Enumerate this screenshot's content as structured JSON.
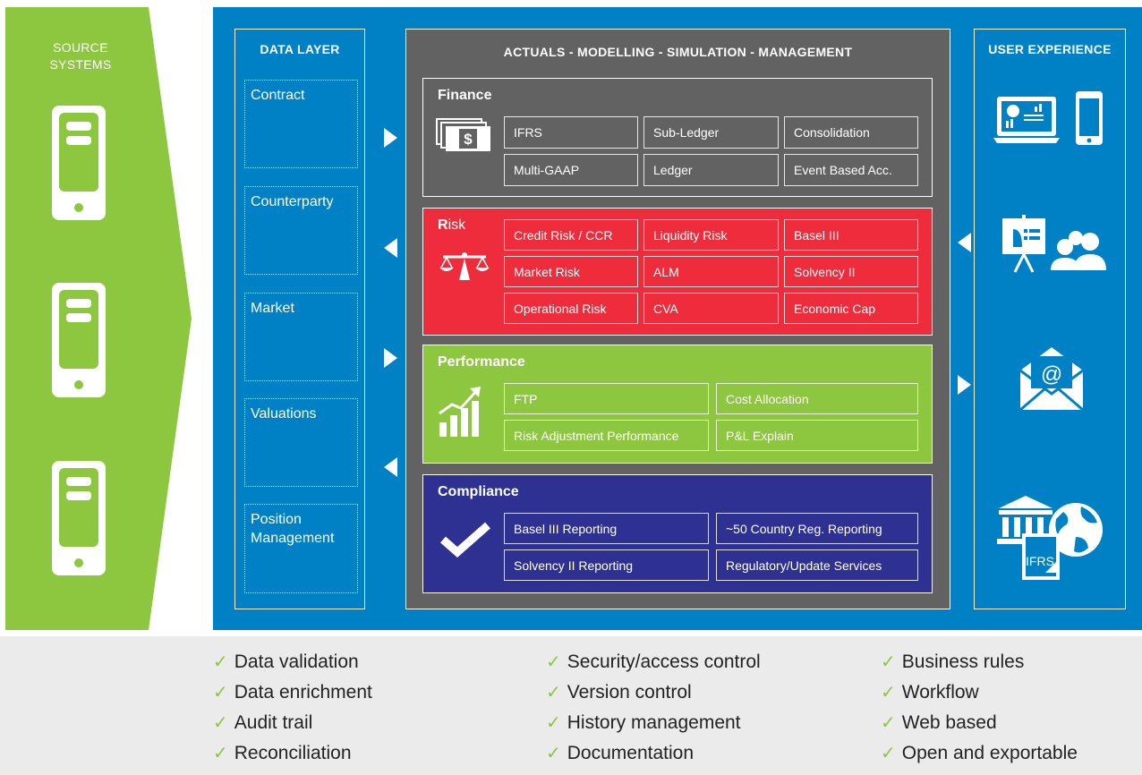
{
  "source_systems": {
    "label": "SOURCE\nSYSTEMS"
  },
  "data_layer": {
    "title": "DATA LAYER",
    "items": [
      "Contract",
      "Counterparty",
      "Market",
      "Valuations",
      "Position\nManagement"
    ]
  },
  "center": {
    "title": "ACTUALS - MODELLING - SIMULATION - MANAGEMENT",
    "finance": {
      "title": "Finance",
      "cells": [
        "IFRS",
        "Sub-Ledger",
        "Consolidation",
        "Multi-GAAP",
        "Ledger",
        "Event Based Acc."
      ]
    },
    "risk": {
      "title_initial": "R",
      "title_rest": "isk",
      "cells": [
        "Credit Risk / CCR",
        "Liquidity Risk",
        "Basel III",
        "Market Risk",
        "ALM",
        "Solvency II",
        "Operational Risk",
        "CVA",
        "Economic Cap"
      ]
    },
    "performance": {
      "title": "Performance",
      "cells": [
        "FTP",
        "Cost Allocation",
        "Risk Adjustment Performance",
        "P&L Explain"
      ]
    },
    "compliance": {
      "title": "Compliance",
      "cells": [
        "Basel III Reporting",
        "~50 Country Reg. Reporting",
        "Solvency II Reporting",
        "Regulatory/Update Services"
      ]
    }
  },
  "user_experience": {
    "title": "USER EXPERIENCE",
    "icons": [
      "laptop-tablet-icon",
      "presentation-users-icon",
      "email-icon",
      "bank-globe-icon"
    ],
    "ifrs_label": "IFRS",
    "email_symbol": "@"
  },
  "finance_icon": {
    "currency_symbol": "$"
  },
  "features": {
    "check_glyph": "✓",
    "columns": [
      [
        "Data validation",
        "Data enrichment",
        "Audit trail",
        "Reconciliation"
      ],
      [
        "Security/access control",
        "Version control",
        "History management",
        "Documentation"
      ],
      [
        "Business rules",
        "Workflow",
        "Web based",
        "Open and exportable"
      ]
    ]
  },
  "colors": {
    "green": "#8dc63f",
    "blue": "#0081c6",
    "grey": "#626262",
    "finance": "#626262",
    "risk": "#ee2c3c",
    "performance": "#8dc63f",
    "compliance": "#2e3192",
    "feature_bg": "#ebebeb"
  }
}
